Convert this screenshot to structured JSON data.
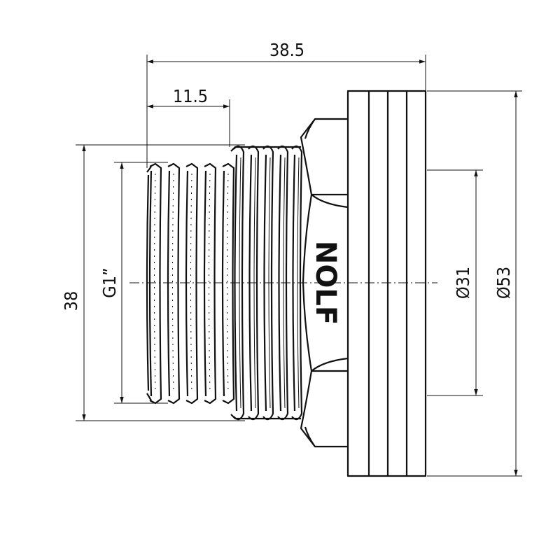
{
  "drawing": {
    "brand": "NOLF",
    "dimensions": {
      "overall_length": "38.5",
      "thread_length": "11.5",
      "thread_height": "38",
      "thread_size": "G1”",
      "inner_diameter": "Ø31",
      "outer_diameter": "Ø53"
    }
  }
}
